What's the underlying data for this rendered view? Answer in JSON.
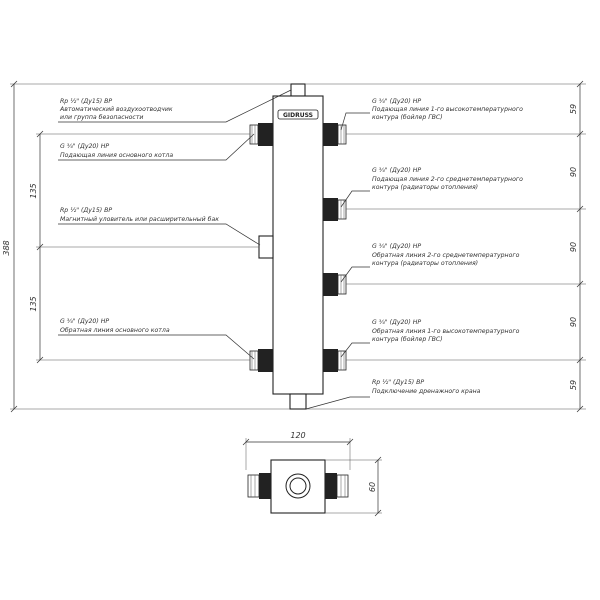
{
  "brand": "GIDRUSS",
  "dimensions": {
    "total_height": "388",
    "left_upper": "135",
    "left_lower": "135",
    "right_top": "59",
    "right_1": "90",
    "right_2": "90",
    "right_3": "90",
    "right_bottom": "59",
    "width": "120",
    "depth": "60"
  },
  "labels": {
    "top_left": {
      "spec": "Rp ½\" (Ду15) ВР",
      "line1": "Автоматический воздухоотводчик",
      "line2": "или группа безопасности"
    },
    "supply_main": {
      "spec": "G ¾\" (Ду20) НР",
      "line1": "Подающая линия основного котла"
    },
    "middle_left": {
      "spec": "Rp ½\" (Ду15) ВР",
      "line1": "Магнитный уловитель или расширительный бак"
    },
    "return_main": {
      "spec": "G ¾\" (Ду20) НР",
      "line1": "Обратная линия основного котла"
    },
    "right_1": {
      "spec": "G ¾\" (Ду20) НР",
      "line1": "Подающая линия 1-го высокотемпературного",
      "line2": "контура (бойлер ГВС)"
    },
    "right_2": {
      "spec": "G ¾\" (Ду20) НР",
      "line1": "Подающая линия 2-го среднетемпературного",
      "line2": "контура (радиаторы отопления)"
    },
    "right_3": {
      "spec": "G ¾\" (Ду20) НР",
      "line1": "Обратная линия 2-го среднетемпературного",
      "line2": "контура (радиаторы отопления)"
    },
    "right_4": {
      "spec": "G ¾\" (Ду20) НР",
      "line1": "Обратная линия 1-го высокотемпературного",
      "line2": "контура (бойлер ГВС)"
    },
    "bottom_right": {
      "spec": "Rp ½\" (Ду15) ВР",
      "line1": "Подключение дренажного крана"
    }
  }
}
